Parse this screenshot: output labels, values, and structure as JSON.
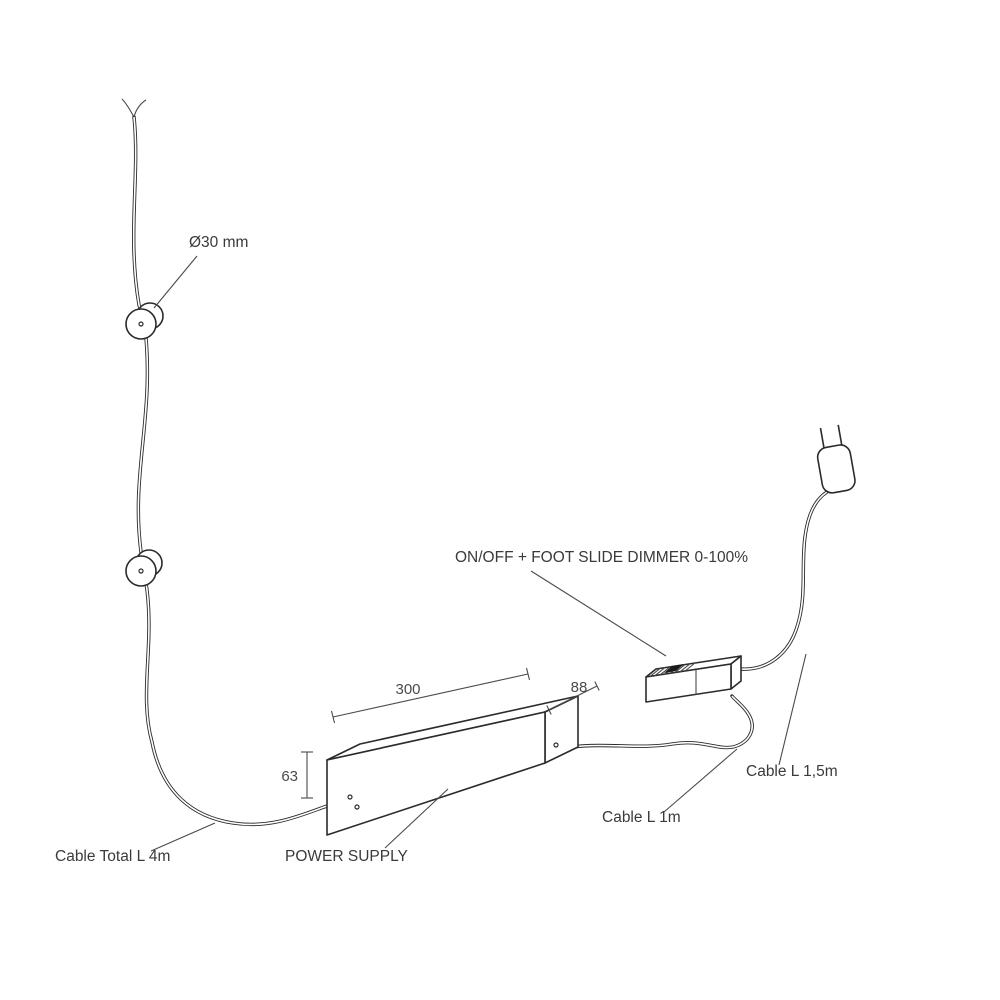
{
  "diagram": {
    "labels": {
      "diameter": "Ø30 mm",
      "cable_total": "Cable Total L 4m",
      "power_supply": "POWER SUPPLY",
      "dimmer": "ON/OFF + FOOT SLIDE DIMMER 0-100%",
      "cable_1m": "Cable L 1m",
      "cable_1_5m": "Cable L 1,5m"
    },
    "dimensions": {
      "length": "300",
      "depth": "88",
      "height": "63"
    },
    "colors": {
      "ink": "#2b2b2b",
      "background": "#ffffff"
    }
  }
}
